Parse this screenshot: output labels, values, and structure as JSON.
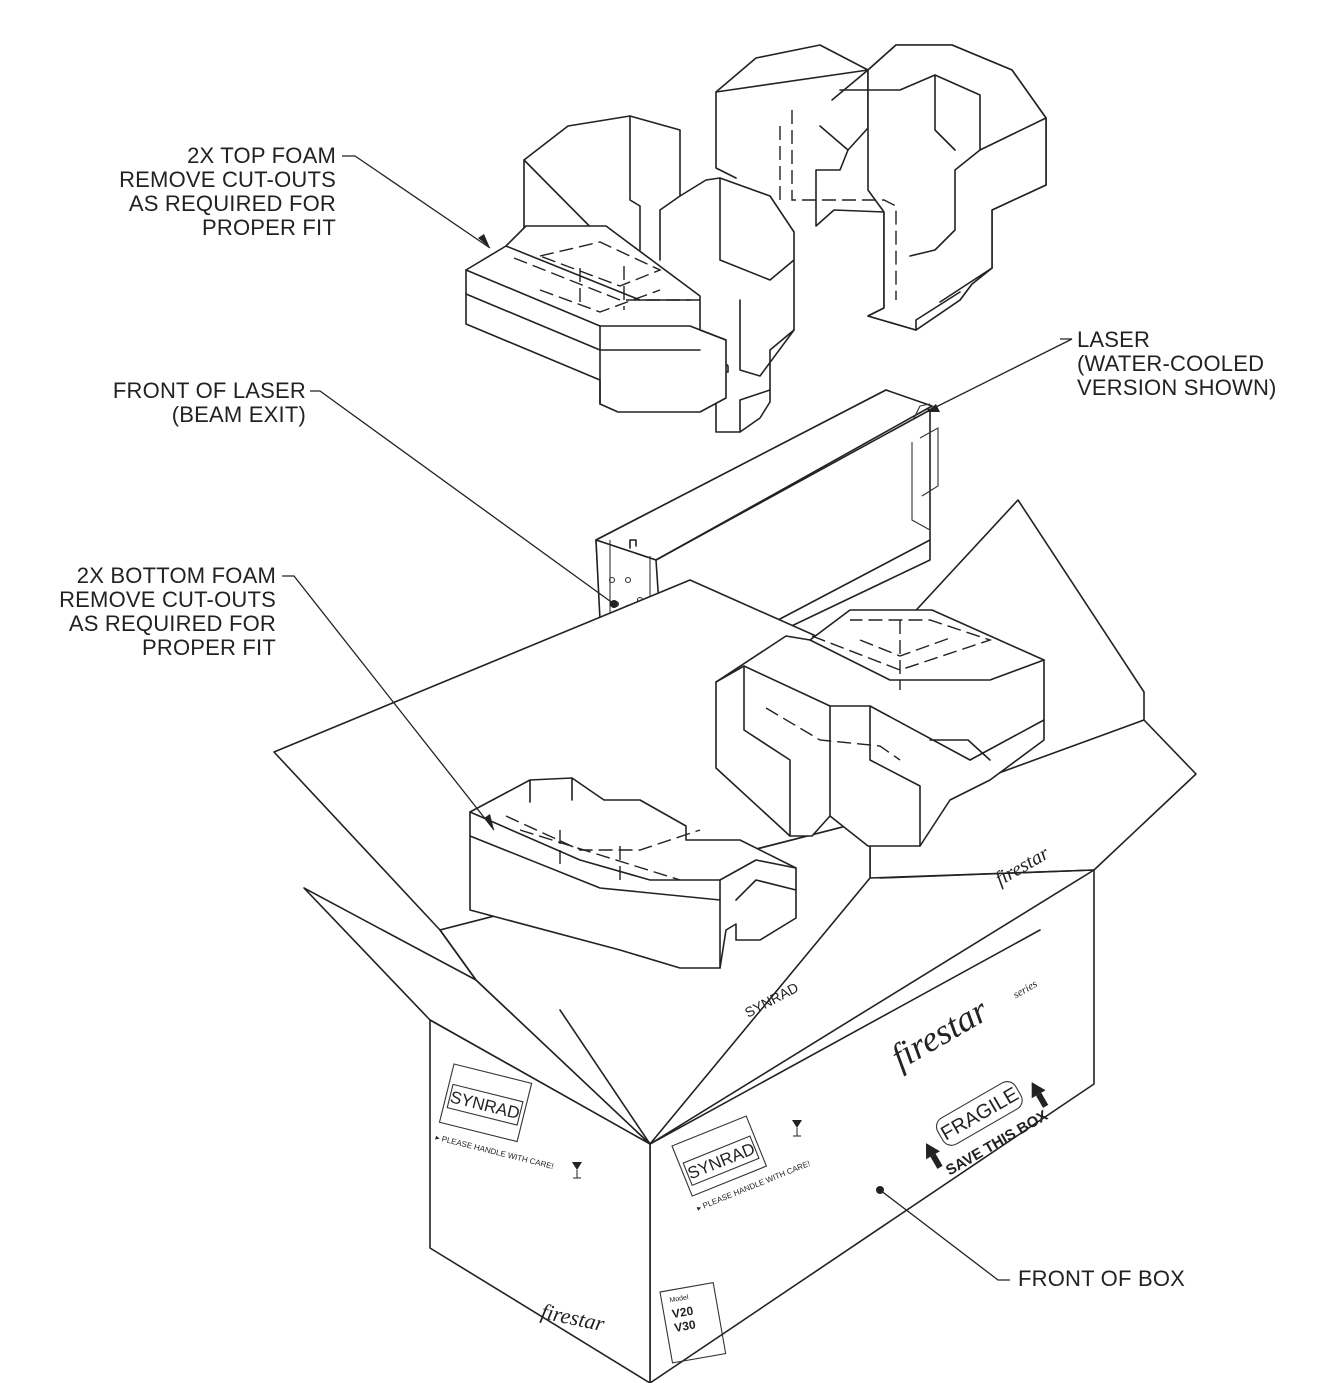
{
  "callouts": {
    "top_foam": "2X TOP FOAM\nREMOVE CUT-OUTS\nAS REQUIRED FOR\nPROPER FIT",
    "laser": "LASER\n(WATER-COOLED\nVERSION SHOWN)",
    "front_of_laser": "FRONT OF LASER\n(BEAM EXIT)",
    "bottom_foam": "2X BOTTOM FOAM\nREMOVE CUT-OUTS\nAS REQUIRED FOR\nPROPER FIT",
    "front_of_box": "FRONT OF BOX"
  },
  "box_graphics": {
    "brand": "SYNRAD",
    "handle_note": "▸ PLEASE HANDLE WITH CARE!",
    "product_logo": "firestar",
    "product_suffix": "series",
    "fragile": "FRAGILE",
    "save_box": "SAVE THIS BOX",
    "model_label": "Model",
    "models": [
      "V20",
      "V30"
    ]
  },
  "icons": [
    "wine-glass-icon",
    "up-arrow-icon"
  ],
  "colors": {
    "line": "#222222",
    "background": "#ffffff"
  }
}
